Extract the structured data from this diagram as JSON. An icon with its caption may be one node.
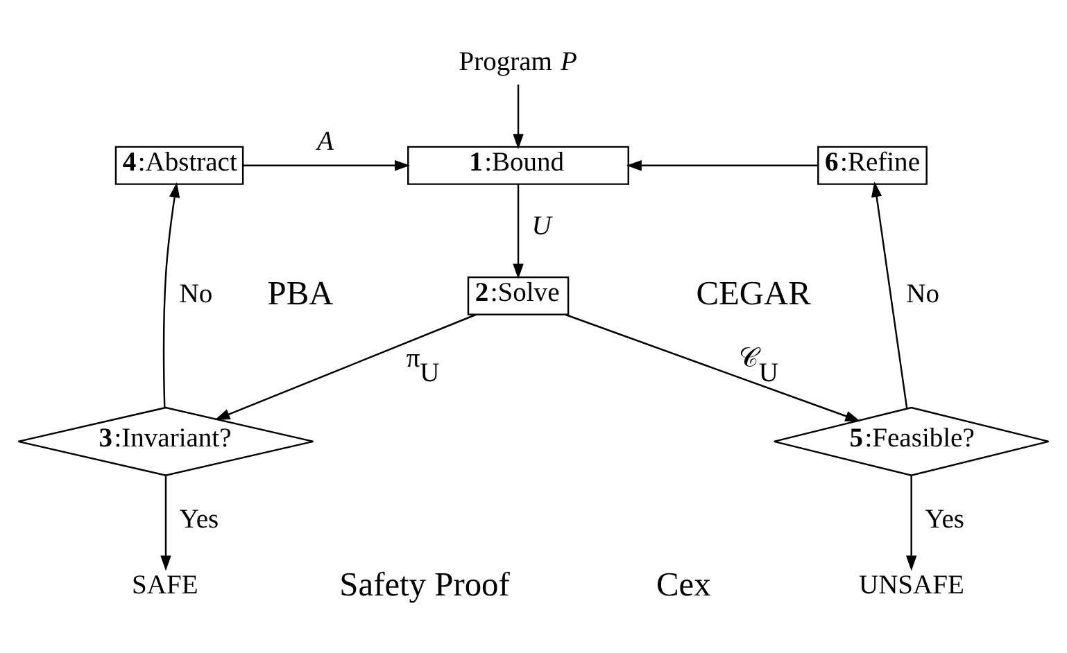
{
  "diagram": {
    "nodes": [
      {
        "text": [
          "Program *P*"
        ]
      },
      {
        "text": [
          "**1**:Bound"
        ]
      },
      {
        "text": [
          "**2**:Solve"
        ]
      },
      {
        "text": [
          "**3**:Invariant?"
        ]
      },
      {
        "text": [
          "**4**:Abstract"
        ]
      },
      {
        "text": [
          "**5**:Feasible?"
        ]
      },
      {
        "text": [
          "**6**:Refine"
        ]
      },
      {
        "text": [
          "SAFE"
        ]
      },
      {
        "text": [
          "UNSAFE"
        ]
      }
    ],
    "edges": [
      {
        "from": 0,
        "to": 1,
        "arrow": "to"
      },
      {
        "from": 1,
        "to": 2,
        "arrow": "to",
        "label": "*U*"
      },
      {
        "from": 2,
        "to": 3,
        "arrow": "to",
        "label": "π$_{U}$"
      },
      {
        "from": 2,
        "to": 5,
        "arrow": "to",
        "label": "𝒞$_{U}$"
      },
      {
        "from": 3,
        "to": 4,
        "arrow": "to",
        "label": "No"
      },
      {
        "from": 3,
        "to": 7,
        "arrow": "to",
        "label": "Yes"
      },
      {
        "from": 4,
        "to": 1,
        "arrow": "to",
        "label": "*A*"
      },
      {
        "from": 5,
        "to": 6,
        "arrow": "to",
        "label": "No"
      },
      {
        "from": 5,
        "to": 8,
        "arrow": "to",
        "label": "Yes"
      },
      {
        "from": 6,
        "to": 1,
        "arrow": "to"
      }
    ],
    "labels": [
      "PBA",
      "CEGAR",
      "Safety Proof",
      "Cex"
    ]
  }
}
